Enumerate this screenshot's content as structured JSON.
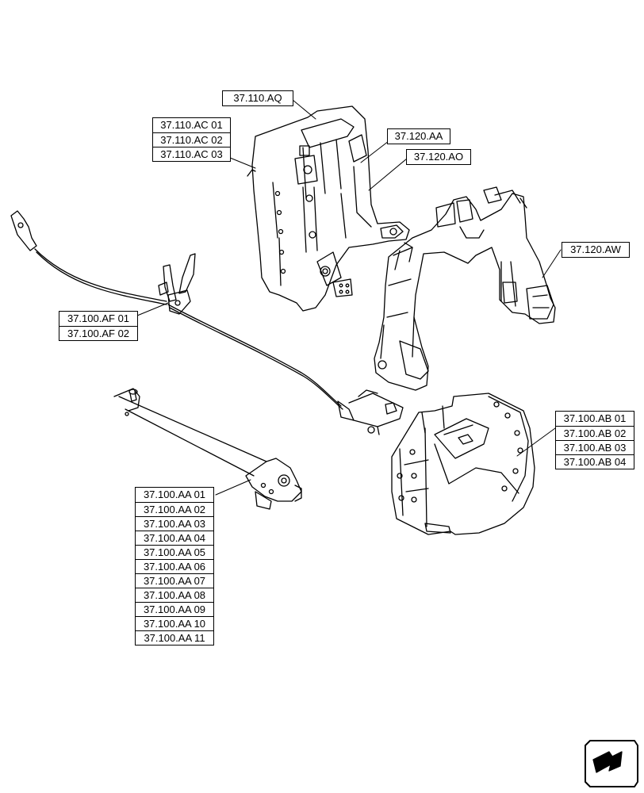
{
  "callouts": {
    "aq": [
      "37.110.AQ"
    ],
    "ac": [
      "37.110.AC 01",
      "37.110.AC 02",
      "37.110.AC 03"
    ],
    "aa120": [
      "37.120.AA"
    ],
    "ao": [
      "37.120.AO"
    ],
    "aw": [
      "37.120.AW"
    ],
    "af": [
      "37.100.AF 01",
      "37.100.AF 02"
    ],
    "ab": [
      "37.100.AB 01",
      "37.100.AB 02",
      "37.100.AB 03",
      "37.100.AB 04"
    ],
    "aa100": [
      "37.100.AA 01",
      "37.100.AA 02",
      "37.100.AA 03",
      "37.100.AA 04",
      "37.100.AA 05",
      "37.100.AA 06",
      "37.100.AA 07",
      "37.100.AA 08",
      "37.100.AA 09",
      "37.100.AA 10",
      "37.100.AA 11"
    ]
  },
  "icons": {
    "nav": "next-page-arrow-icon"
  }
}
